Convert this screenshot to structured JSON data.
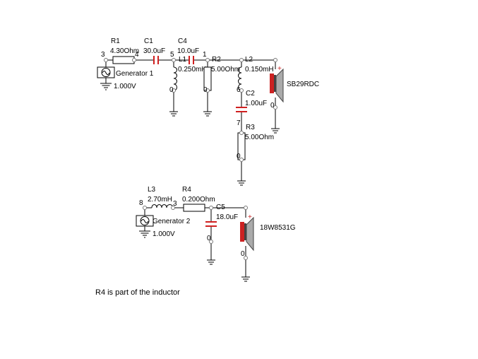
{
  "circuit1": {
    "R1": {
      "name": "R1",
      "value": "4.30Ohm"
    },
    "C1": {
      "name": "C1",
      "value": "30.0uF"
    },
    "C4": {
      "name": "C4",
      "value": "10.0uF"
    },
    "L1": {
      "name": "L1",
      "value": "0.250mH"
    },
    "R2": {
      "name": "R2",
      "value": "5.00Ohm"
    },
    "L2": {
      "name": "L2",
      "value": "0.150mH"
    },
    "C2": {
      "name": "C2",
      "value": "1.00uF"
    },
    "R3": {
      "name": "R3",
      "value": "5.00Ohm"
    },
    "generator": {
      "name": "Generator 1",
      "value": "1.000V"
    },
    "speaker": {
      "name": "SB29RDC",
      "polarity": "+"
    },
    "nodes": [
      "3",
      "4",
      "5",
      "1",
      "0",
      "0",
      "6",
      "7",
      "0",
      "0"
    ]
  },
  "circuit2": {
    "L3": {
      "name": "L3",
      "value": "2.70mH"
    },
    "R4": {
      "name": "R4",
      "value": "0.200Ohm"
    },
    "C5": {
      "name": "C5",
      "value": "18.0uF"
    },
    "generator": {
      "name": "Generator 2",
      "value": "1.000V"
    },
    "speaker": {
      "name": "18W8531G",
      "polarity": "+"
    },
    "nodes": [
      "8",
      "3",
      "0",
      "0"
    ]
  },
  "note": "R4 is part of the inductor",
  "colors": {
    "wire": "#000000",
    "capacitor": "#d02020",
    "speaker_magnet": "#cc2222",
    "node": "#777777"
  }
}
